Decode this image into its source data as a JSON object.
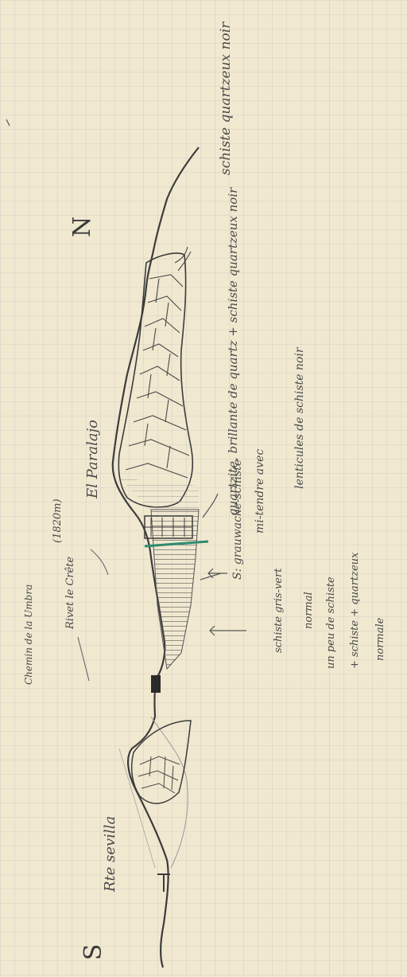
{
  "sketch": {
    "compass": {
      "north": "N",
      "south": "S"
    },
    "labels": {
      "top_right": "schiste quartzeux noir",
      "top_middle": "quartzite, brillante de quartz + schiste quartzeux noir",
      "lenticules": "lenticules de schiste noir",
      "peak": "El Paralajo",
      "elevation": "(1820m)",
      "schist_label": "S: grauwacke-schiste",
      "wet_zone": "mi-tendre avec",
      "rivet": "Rivet le Crête",
      "chemin": "Chemin de la Umbra",
      "schiste_gris": "schiste gris-vert",
      "normal": "normal",
      "un_peu": "un peu de schiste",
      "schiste_quartzeux": "+ schiste + quartzeux",
      "normale": "normale",
      "route": "Rte sevilla"
    },
    "colors": {
      "paper": "#f1e8d0",
      "grid": "#c7cbbd",
      "pencil": "#3c3c3c",
      "green_pencil": "#2e8b6e"
    }
  }
}
